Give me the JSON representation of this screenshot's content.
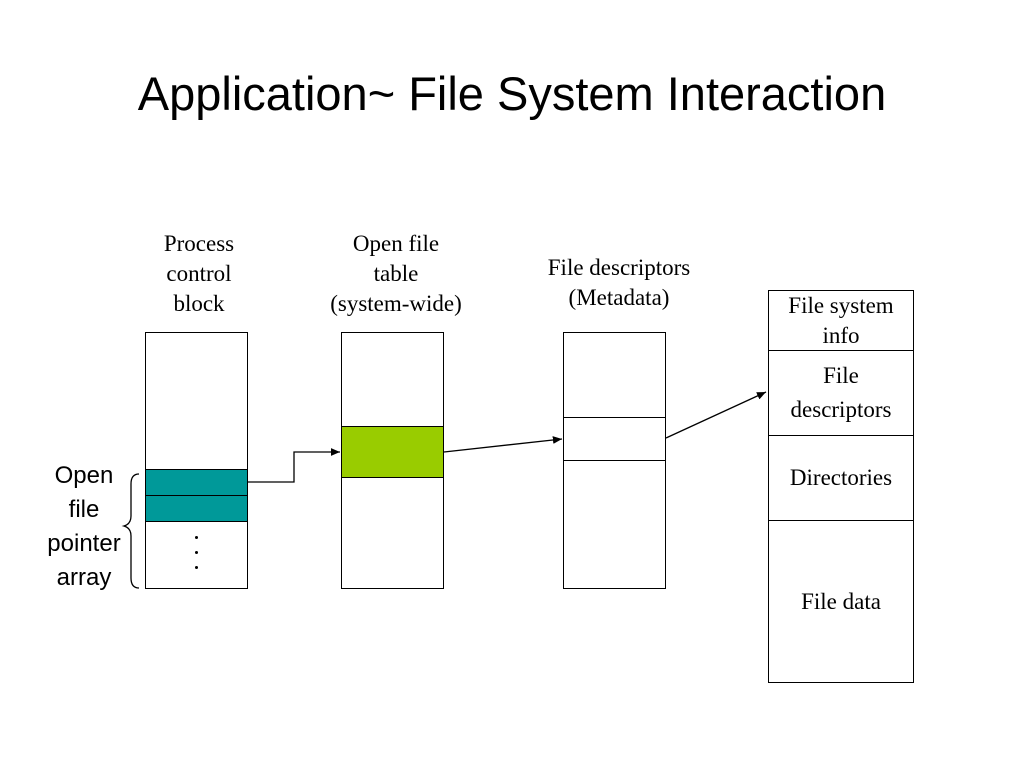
{
  "slide": {
    "title": "Application~ File System Interaction"
  },
  "columns": {
    "pcb": {
      "label_lines": [
        "Process",
        "control",
        "block"
      ]
    },
    "open_file_table": {
      "label_lines": [
        "Open file",
        "table",
        "(system-wide)"
      ]
    },
    "file_descriptors": {
      "label_lines": [
        "File descriptors",
        "(Metadata)"
      ]
    }
  },
  "brace_label": {
    "lines": [
      "Open",
      "file",
      "pointer",
      "array"
    ]
  },
  "disk_layout": {
    "sections": [
      {
        "lines": [
          "File system",
          "info"
        ]
      },
      {
        "lines": [
          "File",
          "descriptors"
        ]
      },
      {
        "lines": [
          "Directories"
        ]
      },
      {
        "lines": [
          "File data"
        ]
      }
    ]
  },
  "colors": {
    "pointer_entry": "#009999",
    "open_file_entry": "#99cc00"
  }
}
